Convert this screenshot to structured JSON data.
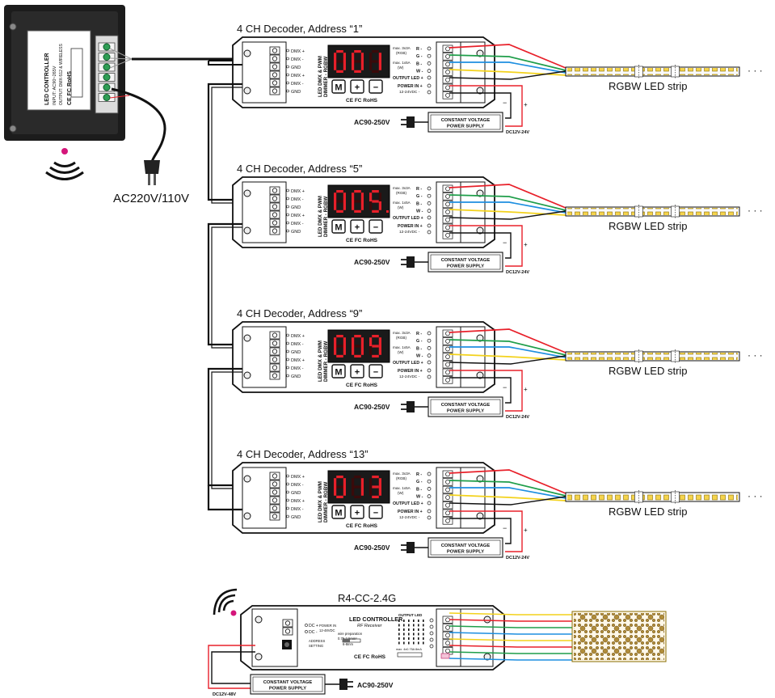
{
  "colors": {
    "red": "#e8202a",
    "green": "#1f9e4a",
    "blue": "#1e8fe0",
    "yellow": "#f3d21c",
    "black": "#111111",
    "segment": "#e8202a",
    "panel": "#1d1d1d",
    "magenta": "#d4157a"
  },
  "controller": {
    "label_lines": [
      "LED CONTROLLER",
      "INPUT: AC90~265V",
      "OUTPUT: DMX-512 & WIRELESS"
    ],
    "marks": "CE FC RoHS"
  },
  "mains_label": "AC220V/110V",
  "decoders": [
    {
      "title": "4 CH Decoder, Address “1”",
      "display": "001",
      "dot": false,
      "strip_label": "RGBW LED strip",
      "ac_label": "AC90-250V",
      "dc_label": "DC12V-24V",
      "psu_line1": "CONSTANT VOLTAGE",
      "psu_line2": "POWER SUPPLY"
    },
    {
      "title": "4 CH Decoder, Address “5”",
      "display": "005",
      "dot": true,
      "strip_label": "RGBW LED strip",
      "ac_label": "AC90-250V",
      "dc_label": "DC12V-24V",
      "psu_line1": "CONSTANT VOLTAGE",
      "psu_line2": "POWER SUPPLY"
    },
    {
      "title": "4 CH Decoder, Address “9”",
      "display": "009",
      "dot": false,
      "strip_label": "RGBW LED strip",
      "ac_label": "AC90-250V",
      "dc_label": "DC12V-24V",
      "psu_line1": "CONSTANT VOLTAGE",
      "psu_line2": "POWER SUPPLY"
    },
    {
      "title": "4 CH Decoder, Address “13”",
      "display": "013",
      "dot": false,
      "strip_label": "RGBW LED strip",
      "ac_label": "AC90-250V",
      "dc_label": "DC12V-24V",
      "psu_line1": "CONSTANT VOLTAGE",
      "psu_line2": "POWER SUPPLY"
    }
  ],
  "decoder_labels": {
    "dmx_in": [
      "DMX +",
      "DMX -",
      "GND",
      "DMX +",
      "DMX -",
      "GND"
    ],
    "product_name": [
      "LED DMX & PWM",
      "DIMMER - RGBW"
    ],
    "buttons": [
      "M",
      "+",
      "−"
    ],
    "marks": "CE FC RoHS",
    "max_rgb": [
      "max. 3x3A",
      "(RGB)"
    ],
    "max_w": [
      "max. 1x5A",
      "(W)"
    ],
    "outputs": [
      "R -",
      "G -",
      "B -",
      "W -"
    ],
    "output_led": "OUTPUT LED +",
    "power_in": [
      "POWER IN +",
      "12-24VDC -"
    ]
  },
  "receiver": {
    "title": "R4-CC-2.4G",
    "label_lines": [
      "LED CONTROLLER",
      "RF Receiver"
    ],
    "power_label": [
      "POWER IN",
      "12-48VDC"
    ],
    "dc_terms": [
      "DC +",
      "DC -"
    ],
    "wire_prep": [
      "wire preparation",
      "0.75-2.5mm²",
      "6-8mm"
    ],
    "setting": [
      "ADDRESS",
      "SETTING"
    ],
    "output_title": "OUTPUT LED",
    "current_note": "max. 4x0.75A 8mA",
    "marks": "CE FC RoHS",
    "psu_line1": "CONSTANT VOLTAGE",
    "psu_line2": "POWER SUPPLY",
    "ac_label": "AC90-250V",
    "dc_label": "DC12V-48V"
  },
  "ellipsis": "· · ·"
}
